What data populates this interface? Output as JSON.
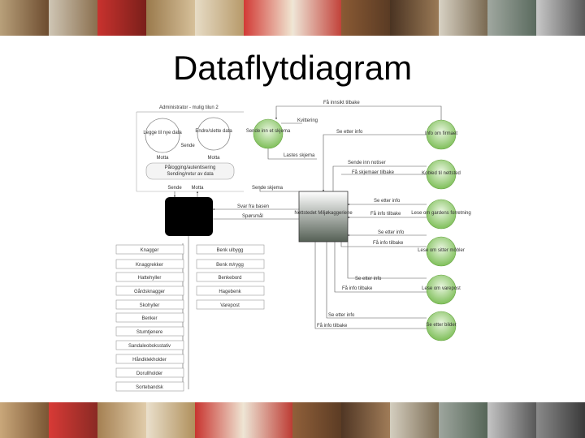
{
  "slide": {
    "title": "Dataflytdiagram"
  },
  "colors": {
    "accent_green": "#7fbf5a",
    "process_gray": "#556055",
    "store_black": "#000000"
  },
  "diagram": {
    "admin_label": "Administrator - mulig tilun 2",
    "admin_circles": [
      "Legge til nye data",
      "Endre/slette data"
    ],
    "admin_send": "Sende",
    "admin_motta": [
      "Motta",
      "Motta"
    ],
    "admin_rows": [
      "Pålogging/autentisering",
      "Sending/retur av data"
    ],
    "admin_sende": "Sende",
    "admin_motta2": "Motta",
    "sende_inn_skjema": "Sende inn et skjema",
    "main_process": "Nettstedet Miljøkaggeriene",
    "labels": {
      "fa_innsikt": "Få innsikt tilbake",
      "kvittering": "Kvittering",
      "se_etter_info_1": "Se etter info",
      "lastes_skjema": "Lastes skjema",
      "sende_inn_notiser": "Sende inn notiser",
      "fa_skjemaer_tilbake": "Få skjemaer tilbake",
      "sende_skjema": "Sende skjema",
      "svar_fra_basen": "Svar fra basen",
      "sporsmal": "Spørsmål",
      "se_etter_info_2": "Se etter info",
      "fa_info_tilbake_1": "Få info tilbake",
      "se_etter_info_3": "Se etter info",
      "fa_info_tilbake_2": "Få info tilbake",
      "se_etter_info_4": "Se etter info",
      "fa_info_tilbake_3": "Få info tilbake",
      "se_etter_info_5": "Se etter info",
      "fa_info_tilbake_4": "Få info tilbake"
    },
    "green_circles": [
      "Info om firmaet",
      "Kobled til nettsted",
      "Lese om gardens forretning",
      "Lese om sitter möbler",
      "Lese om varepost",
      "Se etter bilder"
    ],
    "left_items": [
      "Knagger",
      "Knaggrekker",
      "Hattehyller",
      "Gårdsknagger",
      "Skohyller",
      "Benker",
      "Stumtjenere",
      "Sandaleoboksstativ",
      "Håndklekholder",
      "Dorullholder",
      "Sortebandsk"
    ],
    "right_items": [
      "Benk ulbygg",
      "Benk m/rygg",
      "Benkebord",
      "Hagebenk",
      "Varepost"
    ]
  }
}
